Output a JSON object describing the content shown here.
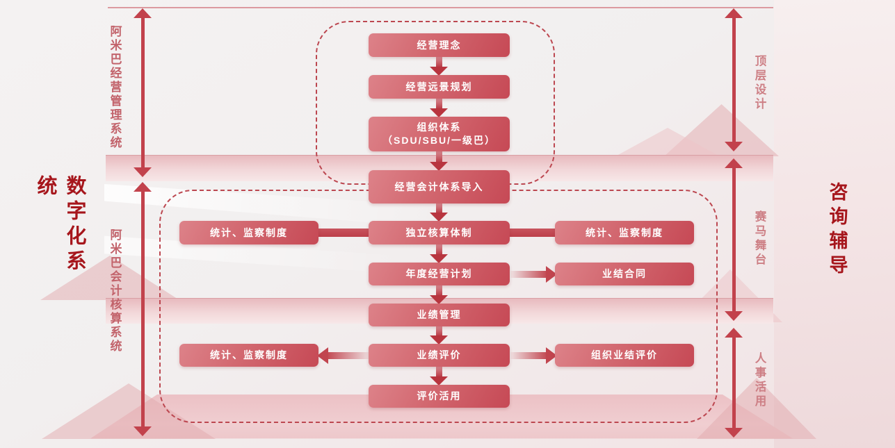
{
  "outer_labels": {
    "left": "数字化系统",
    "right": "咨询辅导"
  },
  "section_labels": {
    "left_top": "阿米巴经营管理系统",
    "left_bottom": "阿米巴会计核算系统",
    "right_top": "顶层设计",
    "right_middle": "赛马舞台",
    "right_bottom": "人事活用"
  },
  "main_flow": [
    {
      "label": "经营理念"
    },
    {
      "label": "经营远景规划"
    },
    {
      "label": "组织体系",
      "label2": "（SDU/SBU/一级巴）"
    },
    {
      "label": "经营会计体系导入"
    },
    {
      "label": "独立核算体制"
    },
    {
      "label": "年度经营计划"
    },
    {
      "label": "业绩管理"
    },
    {
      "label": "业绩评价"
    },
    {
      "label": "评价活用"
    }
  ],
  "side_boxes": {
    "stat_left_mid": "统计、监察制度",
    "stat_right_mid": "统计、监察制度",
    "contract": "业结合同",
    "stat_left_bottom": "统计、监察制度",
    "org_eval": "组织业结评价"
  },
  "colors": {
    "box_gradient_start": "#dd8289",
    "box_gradient_end": "#c64955",
    "arrow_red": "#c2424c",
    "dashed_border": "#bc4750",
    "section_label": "#c2636b",
    "right_label": "#cd7f85",
    "outer_label": "#a6161c",
    "band_pink": "#e8babe"
  }
}
